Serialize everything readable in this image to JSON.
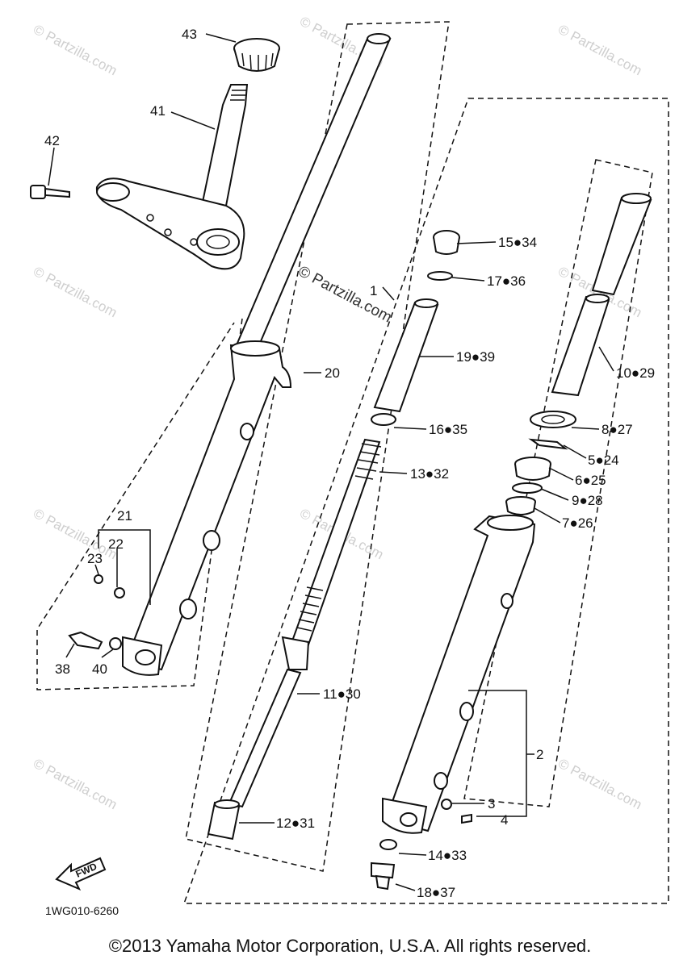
{
  "watermarks": [
    "© Partzilla.com",
    "© Partzilla.com",
    "© Partzilla.com",
    "© Partzilla.com",
    "© Partzilla.com",
    "© Partzilla.com",
    "© Partzilla.com",
    "© Partzilla.com",
    "© Partzilla.com"
  ],
  "center_watermark": "© Partzilla.com",
  "labels": {
    "p1": "1",
    "p2": "2",
    "p3": "3",
    "p4": "4",
    "p5": "5●24",
    "p6": "6●25",
    "p7": "7●26",
    "p8": "8●27",
    "p9": "9●28",
    "p10": "10●29",
    "p11": "11●30",
    "p12": "12●31",
    "p13": "13●32",
    "p14": "14●33",
    "p15": "15●34",
    "p16": "16●35",
    "p17": "17●36",
    "p18": "18●37",
    "p19": "19●39",
    "p20": "20",
    "p21": "21",
    "p22": "22",
    "p23": "23",
    "p38": "38",
    "p40": "40",
    "p41": "41",
    "p42": "42",
    "p43": "43"
  },
  "fwd_label": "FWD",
  "diagram_code": "1WG010-6260",
  "copyright": "©2013 Yamaha Motor Corporation, U.S.A. All rights reserved."
}
